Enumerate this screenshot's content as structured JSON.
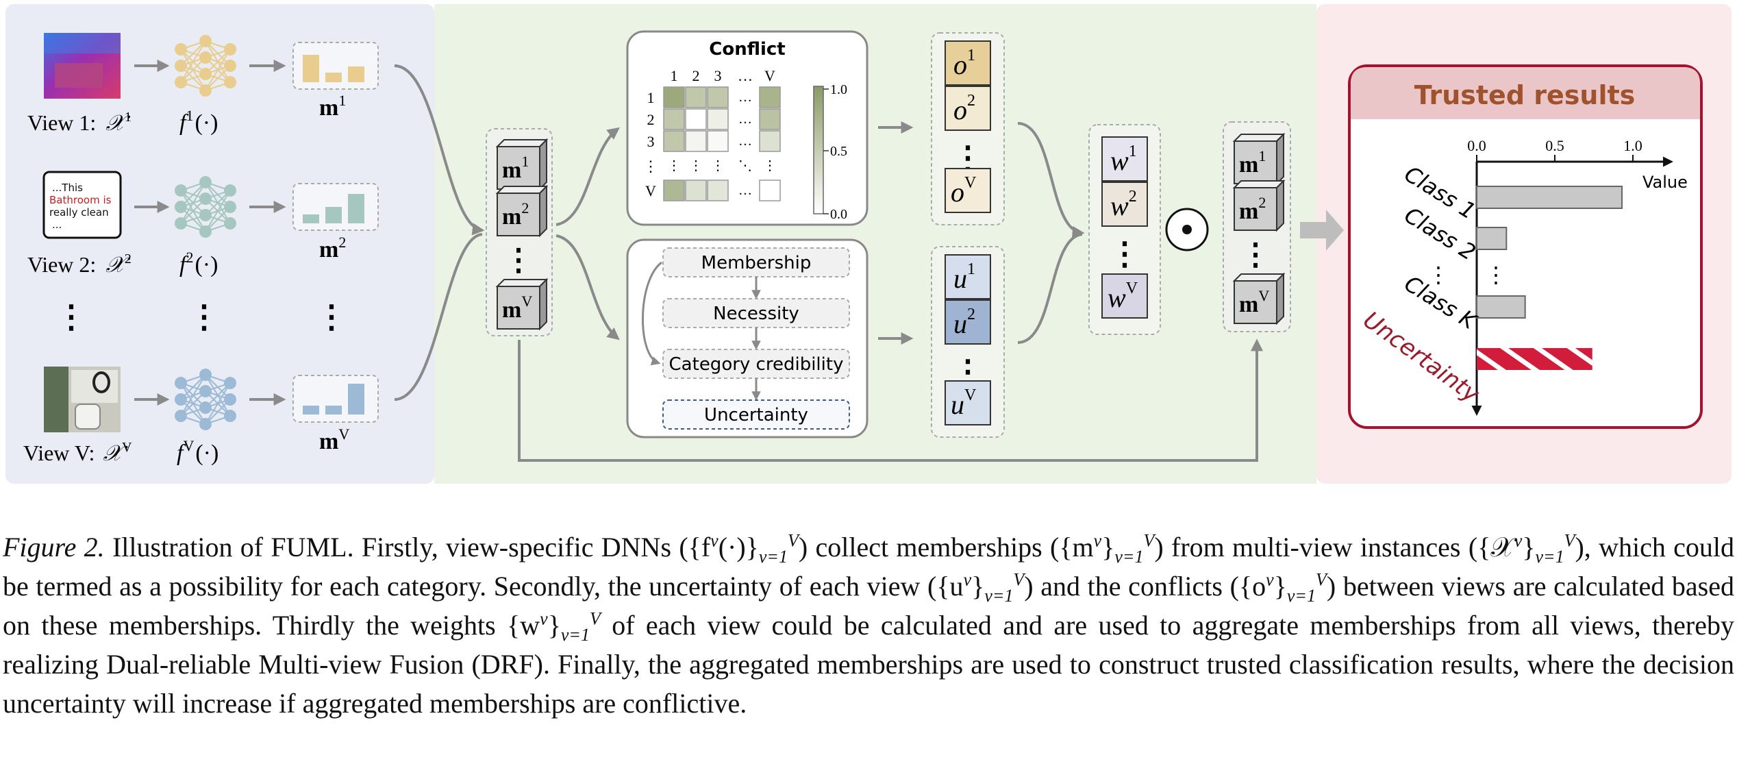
{
  "views": [
    {
      "label": "View 1:",
      "x_sym": "𝒳",
      "sup": "1",
      "fn": "f",
      "fsup": "1",
      "fargs": "(·)",
      "m_sup": "1"
    },
    {
      "label": "View 2:",
      "x_sym": "𝒳",
      "sup": "2",
      "fn": "f",
      "fsup": "2",
      "fargs": "(·)",
      "m_sup": "2"
    },
    {
      "label": "View V:",
      "x_sym": "𝒳",
      "sup": "V",
      "fn": "f",
      "fsup": "V",
      "fargs": "(·)",
      "m_sup": "V"
    }
  ],
  "vdots": "⋮",
  "text_thumb": {
    "line1": "...This",
    "line2": "Bathroom is",
    "line3": "really clean",
    "line4": "..."
  },
  "mstack": {
    "m": "m",
    "s1": "1",
    "s2": "2",
    "sV": "V"
  },
  "conflict": {
    "title": "Conflict",
    "col_labels": [
      "1",
      "2",
      "3",
      "…",
      "V"
    ],
    "row_labels": [
      "1",
      "2",
      "3",
      "⋮",
      "V"
    ],
    "dots": "…",
    "vdots": "⋮",
    "ddots": "⋱",
    "colorbar": [
      "1.0",
      "0.5",
      "0.0"
    ],
    "cells": [
      [
        0.85,
        0.55,
        0.55,
        0.75
      ],
      [
        0.55,
        0.0,
        0.15,
        0.6
      ],
      [
        0.55,
        0.1,
        0.05,
        0.3
      ],
      [
        0.7,
        0.3,
        0.25,
        0.0
      ]
    ]
  },
  "pipeline": {
    "steps": [
      "Membership",
      "Necessity",
      "Category credibility",
      "Uncertainty"
    ]
  },
  "o_col": {
    "sym": "o",
    "s1": "1",
    "s2": "2",
    "sV": "V"
  },
  "u_col": {
    "sym": "u",
    "s1": "1",
    "s2": "2",
    "sV": "V"
  },
  "w_col": {
    "sym": "w",
    "s1": "1",
    "s2": "2",
    "sV": "V"
  },
  "odot": "⊙",
  "results": {
    "title": "Trusted results",
    "axis_label": "Value",
    "ticks": [
      "0.0",
      "0.5",
      "1.0"
    ],
    "classes": [
      {
        "name": "Class 1",
        "value": 0.93
      },
      {
        "name": "Class 2",
        "value": 0.19
      },
      {
        "name": "Class K",
        "value": 0.31
      }
    ],
    "uncertainty_label": "Uncertainty",
    "uncertainty_value": 0.74,
    "vdots": "⋮"
  },
  "caption": {
    "label": "Figure 2.",
    "t1": " Illustration of FUML. Firstly, view-specific DNNs ",
    "t2": " collect memberships ",
    "t3": " from multi-view instances ",
    "t4": ", which could be termed as a possibility for each category. Secondly, the uncertainty of each view ",
    "t5": " and the conflicts ",
    "t6": " between views are calculated based on these memberships. Thirdly the weights ",
    "t7": " of each view could be calculated and are used to aggregate memberships from all views, thereby realizing Dual-reliable Multi-view Fusion (DRF). Finally, the aggregated memberships are used to construct trusted classification results, where the decision uncertainty will increase if aggregated memberships are conflictive.",
    "set_f": "({f",
    "set_f2": "(·)}",
    "set_m": "({m",
    "set_m2": "}",
    "set_x": "({𝒳",
    "set_x2": "}",
    "set_u": "({u",
    "set_u2": "}",
    "set_o": "({o",
    "set_o2": "}",
    "set_w": "{w",
    "set_w2": "}",
    "sup_v": "v",
    "sub_v": "v=1",
    "sup_V": "V",
    "close": ")"
  },
  "colors": {
    "panel_left": "#e9ecf4",
    "panel_mid": "#eaf3e4",
    "panel_right": "#fbeaec",
    "arrow": "#8a8a8a",
    "net1": "#e8cd8e",
    "net2": "#a6c7bf",
    "net3": "#9cbad6",
    "result_border": "#a3122f",
    "result_title": "#a0522d",
    "uncertainty": "#d21c3c"
  }
}
